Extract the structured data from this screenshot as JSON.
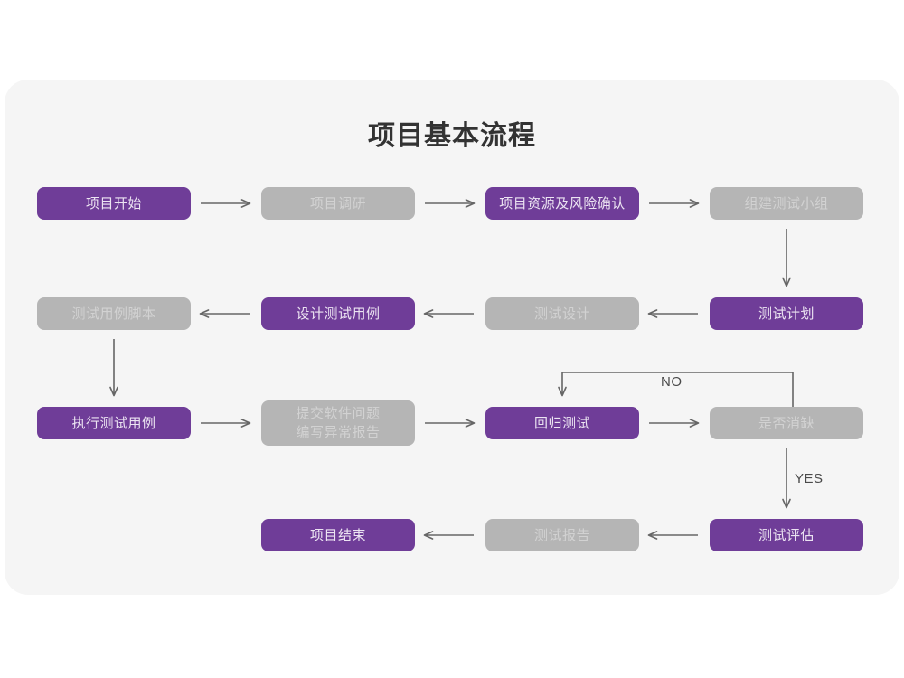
{
  "page": {
    "title": "项目基本流程",
    "background_color": "#ffffff",
    "card_color": "#f5f5f5"
  },
  "palette": {
    "purple": "#6f3d98",
    "purple_text": "#ece4f2",
    "gray": "#b5b5b5",
    "gray_text": "#d2d2d2",
    "arrow": "#666666",
    "label_text": "#4a4a4a",
    "title_text": "#333333"
  },
  "chart_data": {
    "type": "diagram",
    "title": "项目基本流程",
    "nodes": [
      {
        "id": "n1",
        "label": "项目开始",
        "style": "purple",
        "row": 1,
        "col": 1
      },
      {
        "id": "n2",
        "label": "项目调研",
        "style": "gray",
        "row": 1,
        "col": 2
      },
      {
        "id": "n3",
        "label": "项目资源及风险确认",
        "style": "purple",
        "row": 1,
        "col": 3
      },
      {
        "id": "n4",
        "label": "组建测试小组",
        "style": "gray",
        "row": 1,
        "col": 4
      },
      {
        "id": "n5",
        "label": "测试用例脚本",
        "style": "gray",
        "row": 2,
        "col": 1
      },
      {
        "id": "n6",
        "label": "设计测试用例",
        "style": "purple",
        "row": 2,
        "col": 2
      },
      {
        "id": "n7",
        "label": "测试设计",
        "style": "gray",
        "row": 2,
        "col": 3
      },
      {
        "id": "n8",
        "label": "测试计划",
        "style": "purple",
        "row": 2,
        "col": 4
      },
      {
        "id": "n9",
        "label": "执行测试用例",
        "style": "purple",
        "row": 3,
        "col": 1
      },
      {
        "id": "n10",
        "label": "提交软件问题\n编写异常报告",
        "style": "gray",
        "row": 3,
        "col": 2
      },
      {
        "id": "n11",
        "label": "回归测试",
        "style": "purple",
        "row": 3,
        "col": 3
      },
      {
        "id": "n12",
        "label": "是否消缺",
        "style": "gray",
        "row": 3,
        "col": 4
      },
      {
        "id": "n13",
        "label": "项目结束",
        "style": "purple",
        "row": 4,
        "col": 2
      },
      {
        "id": "n14",
        "label": "测试报告",
        "style": "gray",
        "row": 4,
        "col": 3
      },
      {
        "id": "n15",
        "label": "测试评估",
        "style": "purple",
        "row": 4,
        "col": 4
      }
    ],
    "edges": [
      {
        "from": "n1",
        "to": "n2",
        "direction": "right",
        "label": ""
      },
      {
        "from": "n2",
        "to": "n3",
        "direction": "right",
        "label": ""
      },
      {
        "from": "n3",
        "to": "n4",
        "direction": "right",
        "label": ""
      },
      {
        "from": "n4",
        "to": "n8",
        "direction": "down",
        "label": ""
      },
      {
        "from": "n8",
        "to": "n7",
        "direction": "left",
        "label": ""
      },
      {
        "from": "n7",
        "to": "n6",
        "direction": "left",
        "label": ""
      },
      {
        "from": "n6",
        "to": "n5",
        "direction": "left",
        "label": ""
      },
      {
        "from": "n5",
        "to": "n9",
        "direction": "down",
        "label": ""
      },
      {
        "from": "n9",
        "to": "n10",
        "direction": "right",
        "label": ""
      },
      {
        "from": "n10",
        "to": "n11",
        "direction": "right",
        "label": ""
      },
      {
        "from": "n11",
        "to": "n12",
        "direction": "right",
        "label": ""
      },
      {
        "from": "n12",
        "to": "n11",
        "direction": "loop-up-left",
        "label": "NO"
      },
      {
        "from": "n12",
        "to": "n15",
        "direction": "down",
        "label": "YES"
      },
      {
        "from": "n15",
        "to": "n14",
        "direction": "left",
        "label": ""
      },
      {
        "from": "n14",
        "to": "n13",
        "direction": "left",
        "label": ""
      }
    ],
    "labels": {
      "no": "NO",
      "yes": "YES"
    }
  }
}
